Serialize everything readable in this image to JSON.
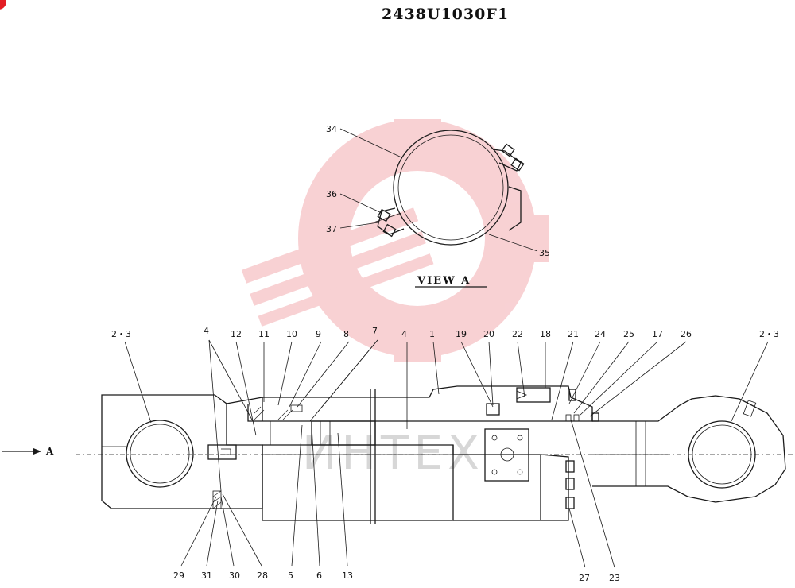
{
  "header": {
    "drawing_number": "2438U1030F1"
  },
  "view_a": {
    "label": "VIEW   A",
    "callouts": [
      "34",
      "36",
      "37",
      "35"
    ]
  },
  "main": {
    "direction_label": "A",
    "top_callouts": [
      "2・3",
      "4",
      "12",
      "11",
      "10",
      "9",
      "8",
      "7",
      "4",
      "1",
      "19",
      "20",
      "22",
      "18",
      "21",
      "24",
      "25",
      "17",
      "26",
      "2・3"
    ],
    "bottom_callouts": [
      "29",
      "31",
      "30",
      "28",
      "5",
      "6",
      "13",
      "27",
      "23"
    ]
  },
  "watermark": {
    "text": "ИНТЕХ",
    "logo_color": "#f7c9cc",
    "badge_color": "#e31e24"
  }
}
